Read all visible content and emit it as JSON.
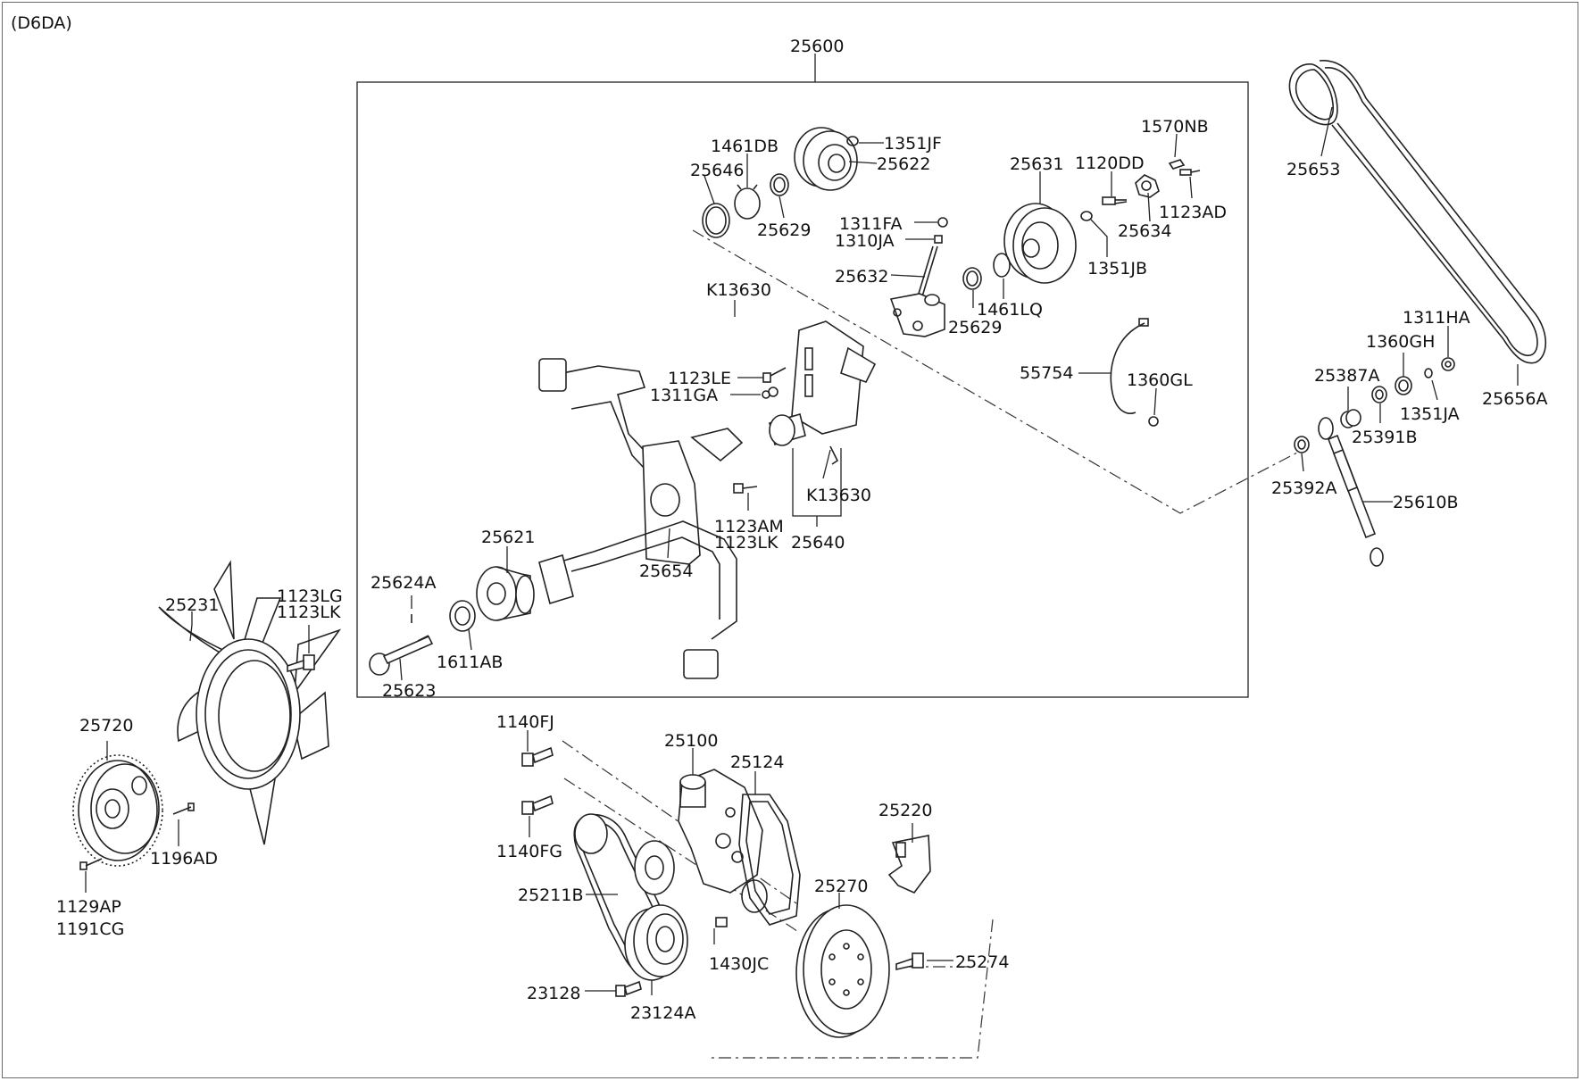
{
  "model_code": "(D6DA)",
  "labels": {
    "l25600": "25600",
    "l1461DB": "1461DB",
    "l1351JF": "1351JF",
    "l25646": "25646",
    "l25622": "25622",
    "l25629a": "25629",
    "l1311FA": "1311FA",
    "l1310JA": "1310JA",
    "l25632": "25632",
    "l25631": "25631",
    "l1120DD": "1120DD",
    "l1570NB": "1570NB",
    "l25634": "25634",
    "l1123AD": "1123AD",
    "l1351JB": "1351JB",
    "l25629b": "25629",
    "l1461LQ": "1461LQ",
    "lK13630a": "K13630",
    "l1123LE": "1123LE",
    "l1311GA": "1311GA",
    "l55754": "55754",
    "l1360GL": "1360GL",
    "lK13630b": "K13630",
    "l1123AM": "1123AM",
    "l1123LK": "1123LK",
    "l25640": "25640",
    "l25621": "25621",
    "l25654": "25654",
    "l25624A": "25624A",
    "l1611AB": "1611AB",
    "l25623": "25623",
    "l25653": "25653",
    "l1311HA": "1311HA",
    "l1360GH": "1360GH",
    "l25387A": "25387A",
    "l1351JA": "1351JA",
    "l25391B": "25391B",
    "l25656A": "25656A",
    "l25392A": "25392A",
    "l25610B": "25610B",
    "l25231": "25231",
    "l1123LG": "1123LG",
    "l1123LK2": "1123LK",
    "l25720": "25720",
    "l1196AD": "1196AD",
    "l1129AP": "1129AP",
    "l1191CG": "1191CG",
    "l1140FJ": "1140FJ",
    "l25100": "25100",
    "l25124": "25124",
    "l1140FG": "1140FG",
    "l25220": "25220",
    "l25211B": "25211B",
    "l25270": "25270",
    "l1430JC": "1430JC",
    "l25274": "25274",
    "l23128": "23128",
    "l23124A": "23124A"
  }
}
